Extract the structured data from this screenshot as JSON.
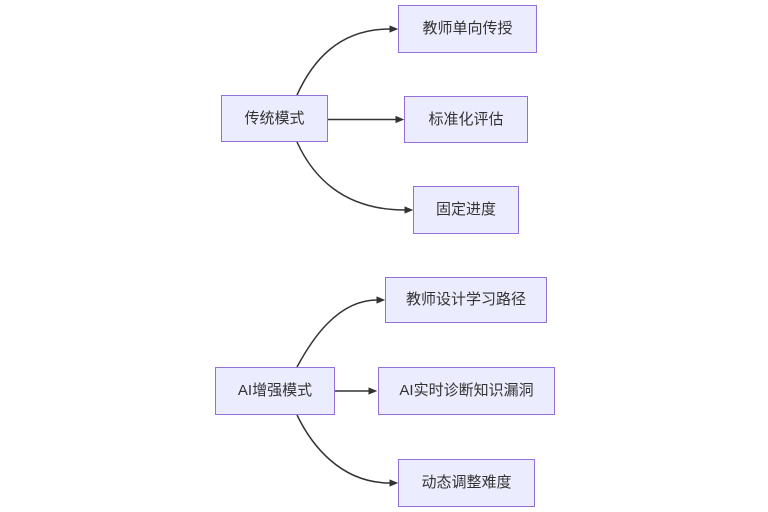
{
  "diagram": {
    "type": "flowchart",
    "colors": {
      "background": "#ffffff",
      "node_fill": "#ECECFF",
      "node_border": "#9370DB",
      "edge_color": "#333333",
      "text_color": "#333333"
    },
    "nodes": {
      "traditional": {
        "label": "传统模式"
      },
      "teacher_one_way": {
        "label": "教师单向传授"
      },
      "standardized_eval": {
        "label": "标准化评估"
      },
      "fixed_pace": {
        "label": "固定进度"
      },
      "ai_enhanced": {
        "label": "AI增强模式"
      },
      "teacher_design_path": {
        "label": "教师设计学习路径"
      },
      "ai_diagnose_gaps": {
        "label": "AI实时诊断知识漏洞"
      },
      "dynamic_difficulty": {
        "label": "动态调整难度"
      }
    },
    "edges": [
      {
        "from": "传统模式",
        "to": "教师单向传授"
      },
      {
        "from": "传统模式",
        "to": "标准化评估"
      },
      {
        "from": "传统模式",
        "to": "固定进度"
      },
      {
        "from": "AI增强模式",
        "to": "教师设计学习路径"
      },
      {
        "from": "AI增强模式",
        "to": "AI实时诊断知识漏洞"
      },
      {
        "from": "AI增强模式",
        "to": "动态调整难度"
      }
    ]
  }
}
